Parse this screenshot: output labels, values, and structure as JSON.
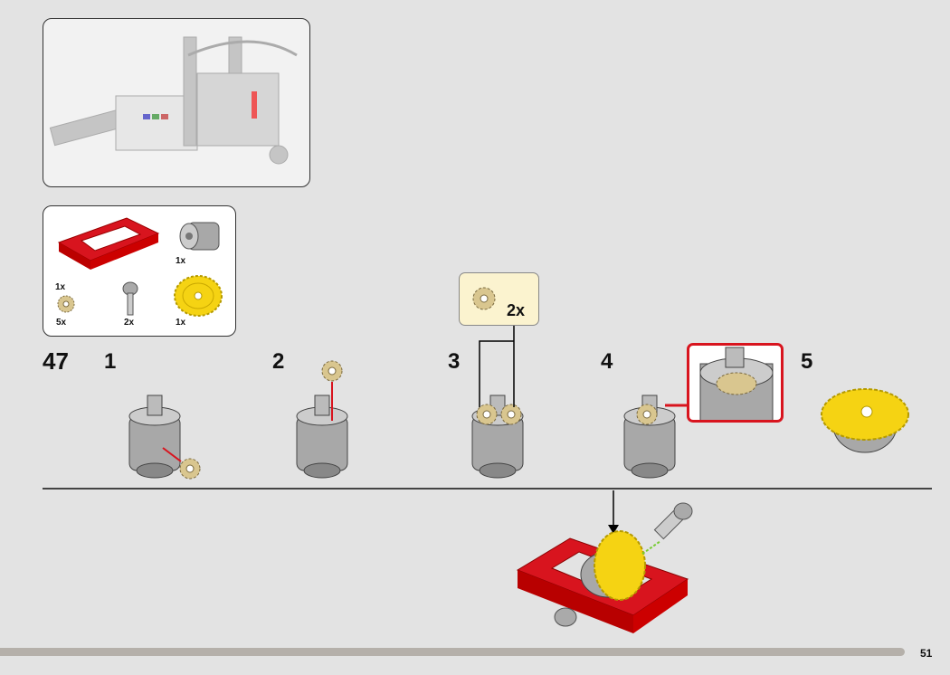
{
  "step": {
    "number": "47",
    "substeps": [
      "1",
      "2",
      "3",
      "4",
      "5"
    ]
  },
  "parts_list": {
    "items": [
      {
        "name": "red-frame",
        "qty": "1x"
      },
      {
        "name": "differential-housing",
        "qty": "1x"
      },
      {
        "name": "bevel-gear-12",
        "qty": "5x"
      },
      {
        "name": "axle-pin",
        "qty": "2x"
      },
      {
        "name": "yellow-gear-28",
        "qty": "1x"
      }
    ]
  },
  "callout": {
    "qty": "2x"
  },
  "page_number": "51",
  "colors": {
    "red": "#d8141e",
    "yellow": "#f5d313",
    "tan": "#d9c68f",
    "gray": "#a8a8a8"
  }
}
